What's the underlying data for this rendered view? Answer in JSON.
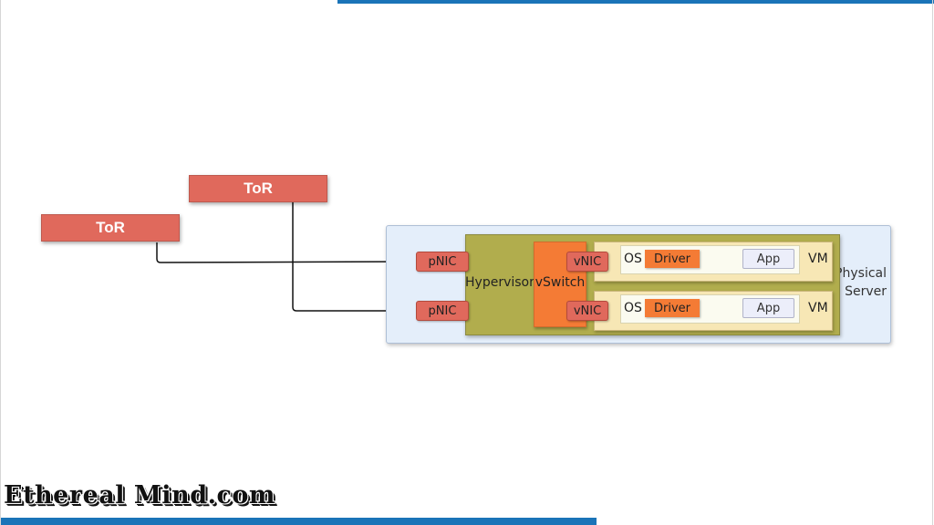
{
  "colors": {
    "accent_bar": "#1a74b8",
    "tor": "#e0695c",
    "nic": "#e0695c",
    "server_bg": "#e4eefa",
    "hypervisor": "#b1ad4d",
    "vswitch": "#f47b35",
    "vm": "#f7e7b5",
    "os": "#fbfbf0",
    "driver": "#f47b35",
    "app": "#eceefa",
    "link": "#111111"
  },
  "tor_switches": [
    {
      "label": "ToR"
    },
    {
      "label": "ToR"
    }
  ],
  "server": {
    "label_line1": "Physical",
    "label_line2": "Server"
  },
  "hypervisor": {
    "label": "Hypervisor"
  },
  "vswitch": {
    "label": "vSwitch"
  },
  "pnics": [
    {
      "label": "pNIC"
    },
    {
      "label": "pNIC"
    }
  ],
  "vnics": [
    {
      "label": "vNIC"
    },
    {
      "label": "vNIC"
    }
  ],
  "vms": [
    {
      "label": "VM",
      "os_label": "OS",
      "driver_label": "Driver",
      "app_label": "App"
    },
    {
      "label": "VM",
      "os_label": "OS",
      "driver_label": "Driver",
      "app_label": "App"
    }
  ],
  "brand": {
    "text": "Ethereal Mind.com"
  }
}
